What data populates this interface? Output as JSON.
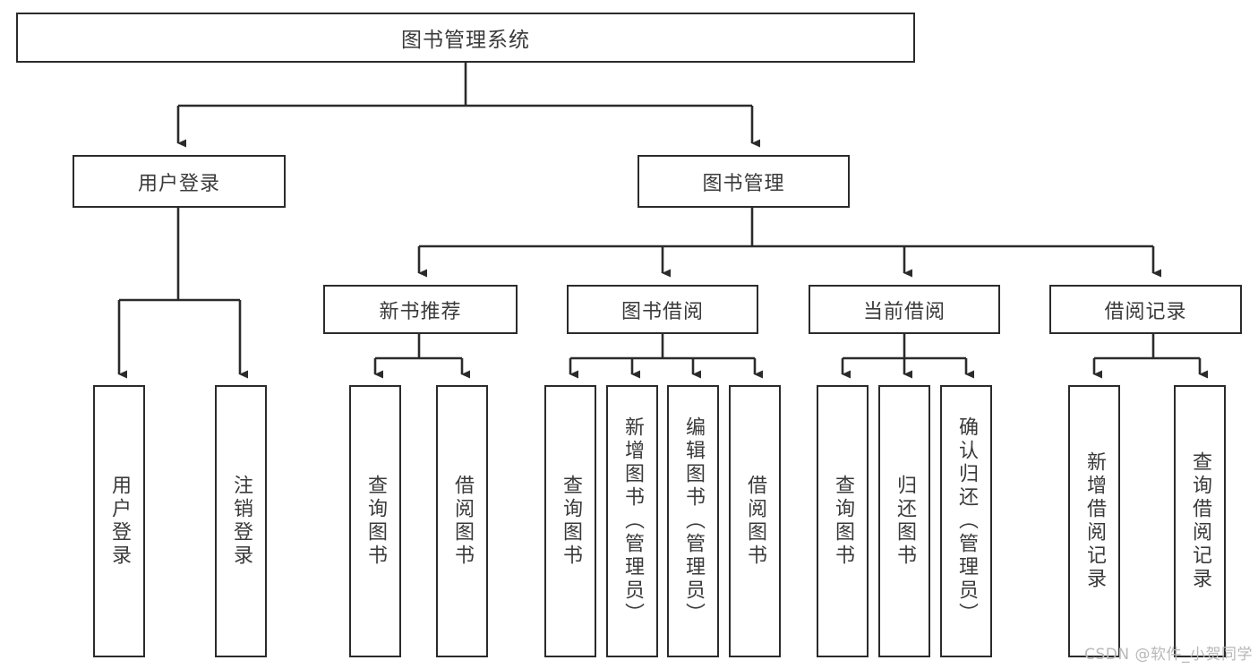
{
  "diagram": {
    "title": "图书管理系统",
    "type": "tree-hierarchy",
    "watermark": "CSDN @软件_小贺同学",
    "colors": {
      "background": "#ffffff",
      "box_border": "#2b2b2b",
      "box_fill": "#ffffff",
      "text": "#3a3a3a",
      "connector": "#2b2b2b",
      "watermark": "#b8b8b8"
    },
    "root": {
      "label": "图书管理系统"
    },
    "level2": [
      {
        "label": "用户登录"
      },
      {
        "label": "图书管理"
      }
    ],
    "level3": [
      {
        "label": "新书推荐"
      },
      {
        "label": "图书借阅"
      },
      {
        "label": "当前借阅"
      },
      {
        "label": "借阅记录"
      }
    ],
    "leaves": {
      "user_login": [
        {
          "label": "用户登录"
        },
        {
          "label": "注销登录"
        }
      ],
      "new_book_recommend": [
        {
          "label": "查询图书"
        },
        {
          "label": "借阅图书"
        }
      ],
      "book_borrow": [
        {
          "label": "查询图书"
        },
        {
          "label": "新增图书（管理员）"
        },
        {
          "label": "编辑图书（管理员）"
        },
        {
          "label": "借阅图书"
        }
      ],
      "current_borrow": [
        {
          "label": "查询图书"
        },
        {
          "label": "归还图书"
        },
        {
          "label": "确认归还（管理员）"
        }
      ],
      "borrow_records": [
        {
          "label": "新增借阅记录"
        },
        {
          "label": "查询借阅记录"
        }
      ]
    }
  }
}
